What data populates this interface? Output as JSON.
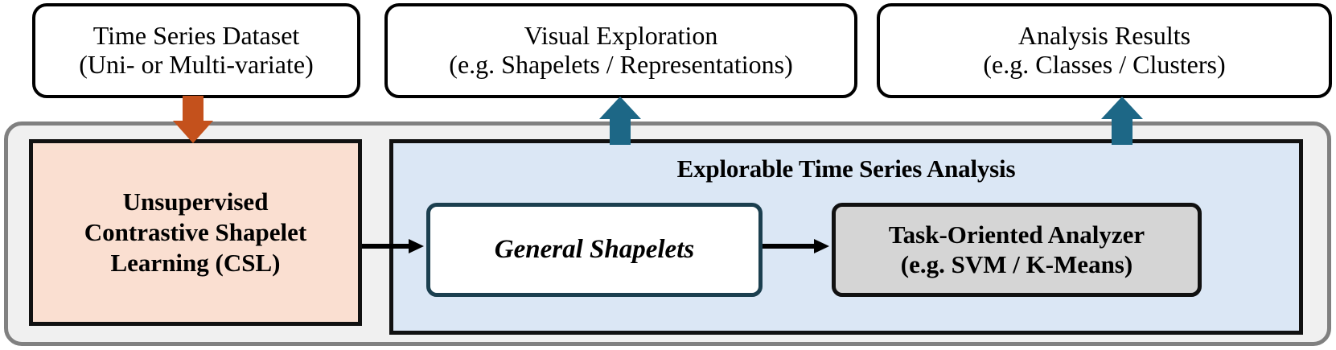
{
  "diagram": {
    "title": "Explorable Time Series Analysis pipeline",
    "colors": {
      "orange_arrow": "#c4511c",
      "teal_arrow": "#1d6786",
      "pink_box_fill": "#fadfd1",
      "blue_panel_fill": "#dbe7f5",
      "gray_box_fill": "#d5d5d5",
      "outer_container_fill": "#f0f0f0",
      "outer_container_border": "#808080",
      "shapelet_box_border": "#1b3f4f",
      "box_border": "#111111"
    }
  },
  "top_boxes": {
    "dataset": {
      "line1": "Time Series Dataset",
      "line2": "(Uni- or Multi-variate)"
    },
    "visual_exploration": {
      "line1": "Visual Exploration",
      "line2": "(e.g. Shapelets / Representations)"
    },
    "analysis_results": {
      "line1": "Analysis Results",
      "line2": "(e.g. Classes / Clusters)"
    }
  },
  "csl_box": {
    "line1": "Unsupervised",
    "line2": "Contrastive Shapelet",
    "line3": "Learning (CSL)"
  },
  "explorable_panel": {
    "title": "Explorable Time Series Analysis",
    "shapelets_box": {
      "label": "General Shapelets"
    },
    "analyzer_box": {
      "line1": "Task-Oriented Analyzer",
      "line2": "(e.g. SVM / K-Means)"
    }
  },
  "arrows": {
    "dataset_to_csl": {
      "name": "down-arrow-orange",
      "direction": "down",
      "color": "#c4511c"
    },
    "shapelets_to_visual": {
      "name": "up-arrow-teal-left",
      "direction": "up",
      "color": "#1d6786"
    },
    "analyzer_to_results": {
      "name": "up-arrow-teal-right",
      "direction": "up",
      "color": "#1d6786"
    },
    "csl_to_shapelets": {
      "name": "right-arrow-black-1",
      "direction": "right",
      "color": "#000000"
    },
    "shapelets_to_analyzer": {
      "name": "right-arrow-black-2",
      "direction": "right",
      "color": "#000000"
    }
  }
}
